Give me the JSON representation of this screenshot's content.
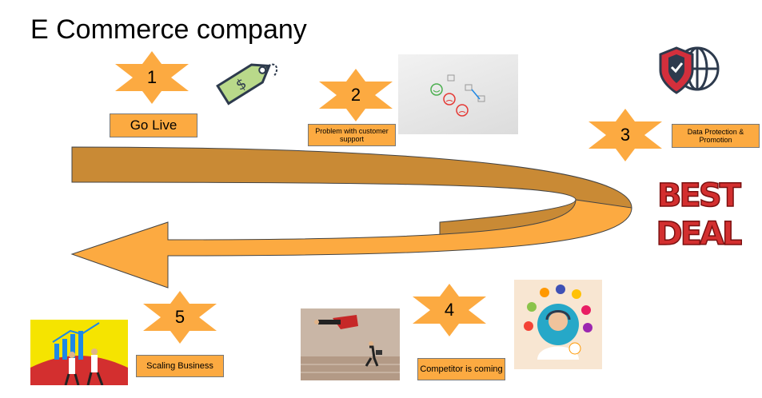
{
  "page": {
    "title": "E Commerce company"
  },
  "steps": [
    {
      "number": "1",
      "label": "Go Live"
    },
    {
      "number": "2",
      "label": "Problem with customer support"
    },
    {
      "number": "3",
      "label": "Data Protection & Promotion"
    },
    {
      "number": "4",
      "label": "Competitor is coming"
    },
    {
      "number": "5",
      "label": "Scaling Business"
    }
  ],
  "images": {
    "price_tag": "dollar-price-tag-icon",
    "feedback": "feedback-checklist-photo",
    "security": "shield-globe-icon",
    "best_deal": "BEST DEAL",
    "competitor": "businessmen-race-image",
    "support": "customer-support-agent-image",
    "growth": "business-growth-image"
  },
  "colors": {
    "star": "#fcaa41",
    "box": "#fcaa41",
    "arrow_top": "#c98a35",
    "arrow_bottom": "#fcaa41"
  }
}
